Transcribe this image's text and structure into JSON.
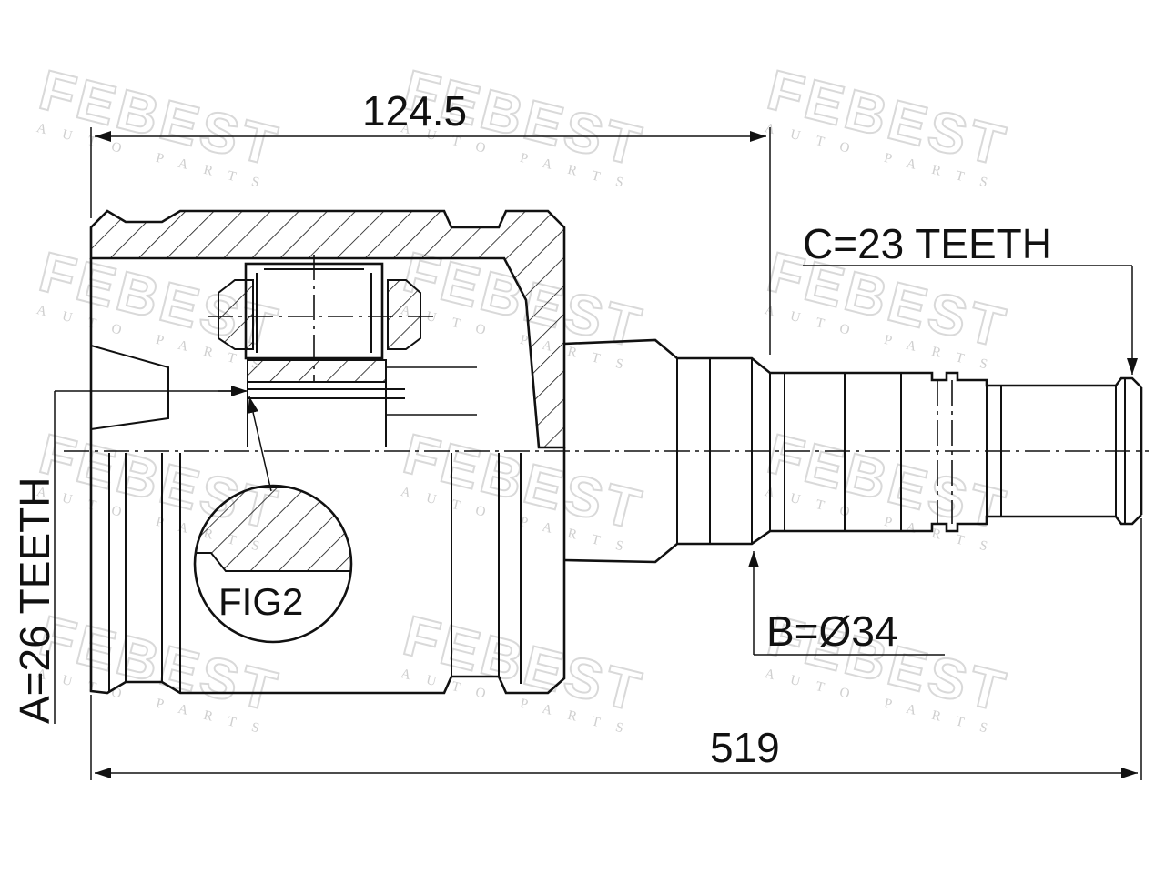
{
  "drawing": {
    "dimensions": {
      "top_length": "124.5",
      "overall_length": "519",
      "teeth_a": "A=26 TEETH",
      "teeth_c": "C=23 TEETH",
      "diameter_b": "B=Ø34"
    },
    "detail_label": "FIG2",
    "watermark": {
      "brand": "FEBEST",
      "tagline": "AUTO PARTS"
    }
  }
}
